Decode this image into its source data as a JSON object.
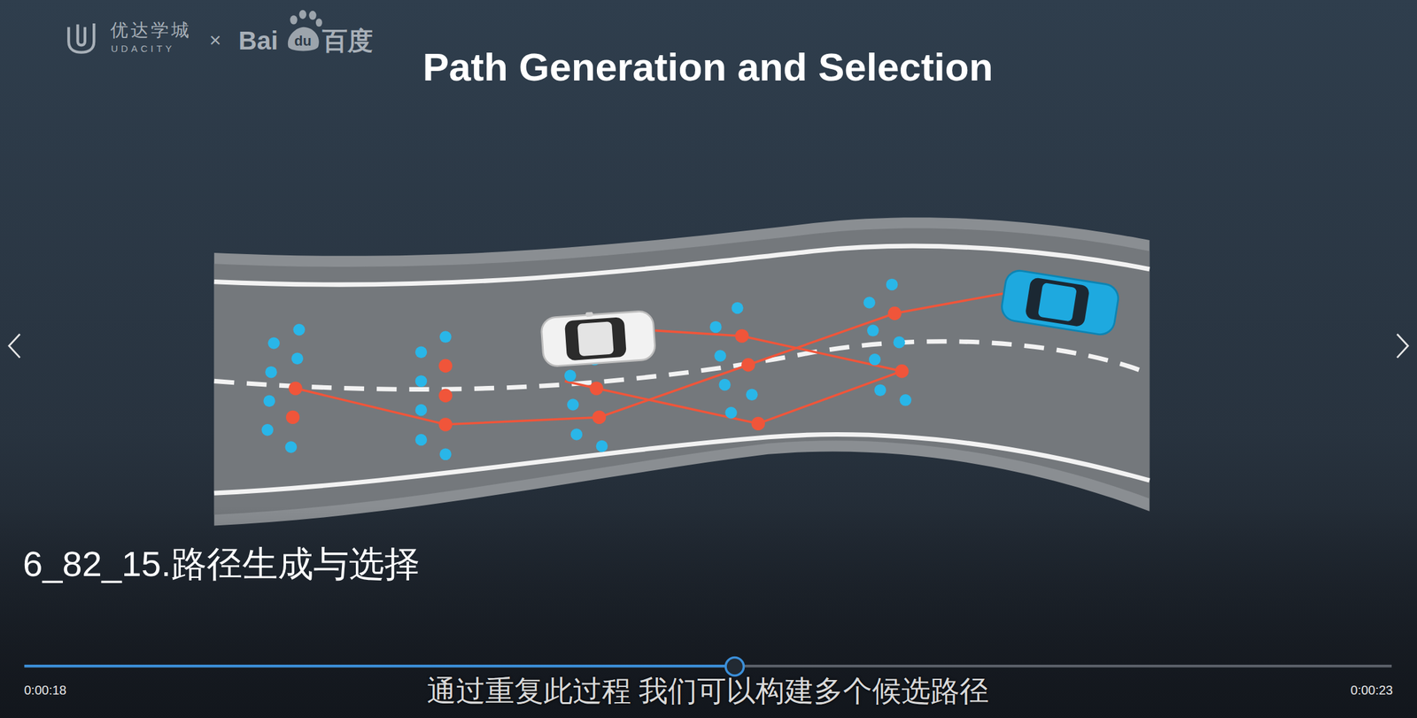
{
  "diagram": {
    "title": "Path Generation and Selection",
    "caption": "通过重复此过程 我们可以构建多个候选路径",
    "labels": [
      "优达学城",
      "UDACITY",
      "×",
      "Bai",
      "du",
      "百度",
      "6_82_15.路径生成与选择",
      "0:00:18",
      "0:00:23"
    ]
  }
}
